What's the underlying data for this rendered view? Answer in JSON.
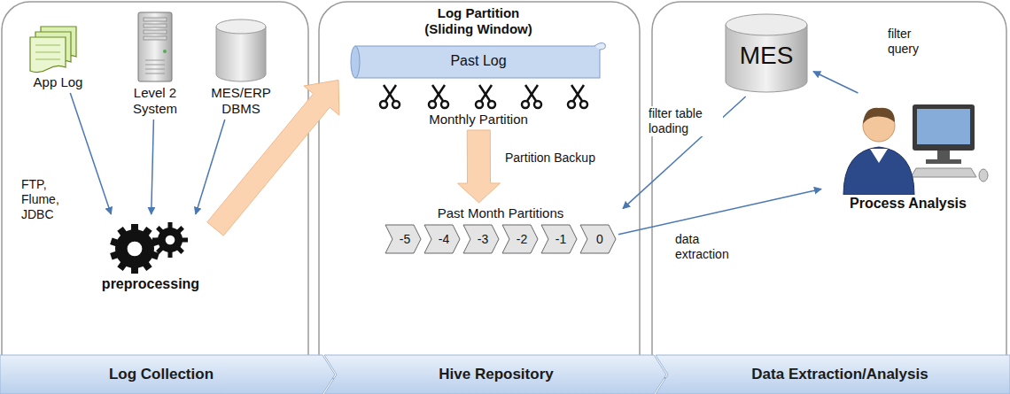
{
  "diagram": {
    "nodes": [
      {
        "text": [
          "App Log"
        ]
      },
      {
        "text": [
          "Level 2 System"
        ]
      },
      {
        "text": [
          "MES/ERP DBMS"
        ]
      },
      {
        "text": [
          "preprocessing"
        ]
      },
      {
        "text": [
          "Log Partition (Sliding Window)",
          "Past Log",
          "Monthly Partition"
        ]
      },
      {
        "text": [
          "Past Month Partitions"
        ]
      },
      {
        "text": [
          "-5"
        ],
        "in": 5
      },
      {
        "text": [
          "-4"
        ],
        "in": 5
      },
      {
        "text": [
          "-3"
        ],
        "in": 5
      },
      {
        "text": [
          "-2"
        ],
        "in": 5
      },
      {
        "text": [
          "-1"
        ],
        "in": 5
      },
      {
        "text": [
          "0"
        ],
        "in": 5
      },
      {
        "text": [
          "MES"
        ]
      },
      {
        "text": [
          "Process Analysis"
        ]
      },
      {
        "text": [
          "Log Collection"
        ]
      },
      {
        "text": [
          "Hive Repository"
        ]
      },
      {
        "text": [
          "Data Extraction/Analysis"
        ]
      }
    ],
    "edges": [
      {
        "from": 0,
        "to": 3,
        "arrow": "to",
        "label": "FTP, Flume, JDBC"
      },
      {
        "from": 1,
        "to": 3,
        "arrow": "to"
      },
      {
        "from": 2,
        "to": 3,
        "arrow": "to"
      },
      {
        "from": 3,
        "to": 4,
        "arrow": "to"
      },
      {
        "from": 4,
        "to": 5,
        "arrow": "to",
        "label": "Partition Backup"
      },
      {
        "from": 12,
        "to": 5,
        "arrow": "to",
        "label": "filter table loading"
      },
      {
        "from": 11,
        "to": 13,
        "arrow": "to",
        "label": "data extraction"
      },
      {
        "from": 13,
        "to": 12,
        "arrow": "to",
        "label": "filter query"
      }
    ]
  }
}
